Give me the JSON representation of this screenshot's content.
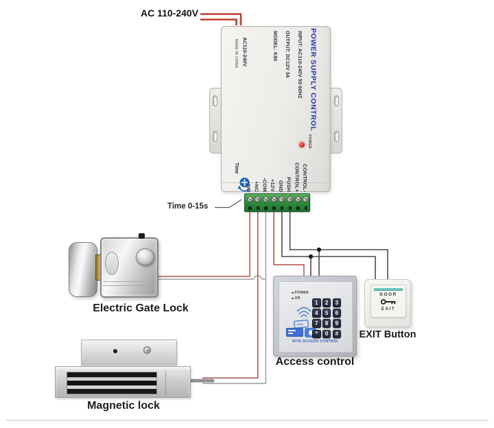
{
  "colors": {
    "background": "#ffffff",
    "ac_wire_red": "#bf3a2b",
    "dc_wire_red": "#a85247",
    "wire_dark": "#4a4a4a",
    "wire_gray": "#a8abad",
    "psu_title_blue": "#2533a4",
    "terminal_block_green": "#2e8f3c",
    "power_led_red": "#d32f2f",
    "keypad_key_dark": "#262c42",
    "keypad_accent_blue": "#4a7fd4",
    "exit_stripe_teal": "#52b3ab"
  },
  "ac_input": {
    "label": "AC 110-240V"
  },
  "power_supply": {
    "title": "POWER SUPPLY CONTROL",
    "spec_lines": [
      "INPUT: AC110-240V 50-60HZ",
      "OUTPUT: DC12V 3A",
      "MODEL: K80"
    ],
    "side_label": "AC110-240V",
    "made_in": "MADE IN CHINA",
    "power_led_label": "POWER",
    "time_adjust_label": "Time",
    "time_note": "Time 0-15s",
    "terminals": [
      "+NO",
      "+NC",
      "-COM",
      "+12V",
      "GND",
      "PUSH",
      "CONTROL+",
      "CONTROL-"
    ]
  },
  "electric_lock": {
    "label": "Electric Gate Lock"
  },
  "magnetic_lock": {
    "label": "Magnetic lock"
  },
  "access_control": {
    "label": "Access control",
    "power_indicator": "POWER",
    "on_indicator": "ON",
    "keys": [
      "1",
      "2",
      "3",
      "4",
      "5",
      "6",
      "7",
      "8",
      "9",
      "*",
      "0",
      "#"
    ],
    "footer": "RFID ACCESS CONTROL"
  },
  "exit_button": {
    "label": "EXIT Button",
    "line1": "DOOR",
    "line2": "EXIT"
  }
}
